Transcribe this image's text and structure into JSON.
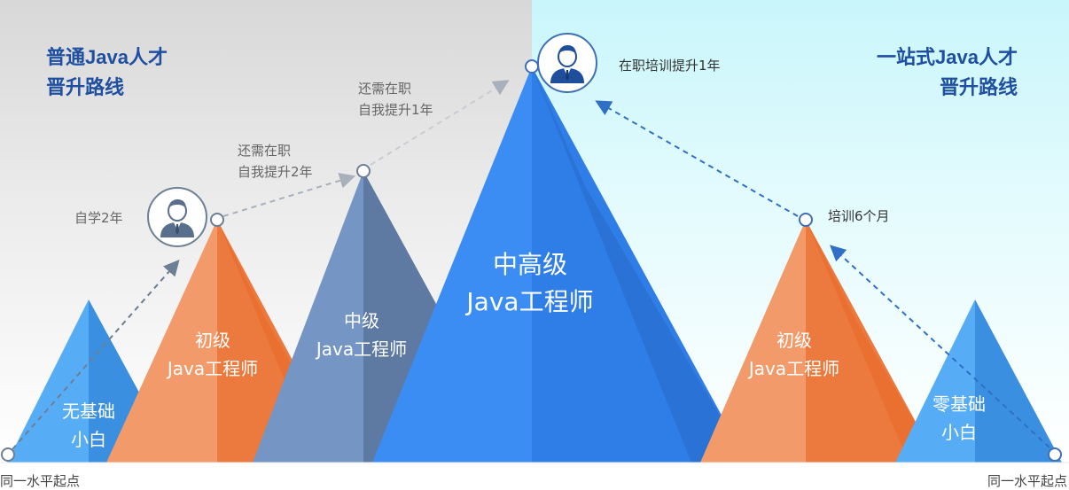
{
  "headings": {
    "left_line1": "普通Java人才",
    "left_line2": "晋升路线",
    "right_line1": "一站式Java人才",
    "right_line2": "晋升路线"
  },
  "mountains": {
    "zero_left": {
      "line1": "无基础",
      "line2": "小白"
    },
    "junior_left": {
      "line1": "初级",
      "line2": "Java工程师"
    },
    "mid": {
      "line1": "中级",
      "line2": "Java工程师"
    },
    "senior": {
      "line1": "中高级",
      "line2": "Java工程师"
    },
    "junior_right": {
      "line1": "初级",
      "line2": "Java工程师"
    },
    "zero_right": {
      "line1": "零基础",
      "line2": "小白"
    }
  },
  "annotations": {
    "self_study": "自学2年",
    "self_improve_2_line1": "还需在职",
    "self_improve_2_line2": "自我提升2年",
    "self_improve_1_line1": "还需在职",
    "self_improve_1_line2": "自我提升1年",
    "onjob_training": "在职培训提升1年",
    "training_6m": "培训6个月"
  },
  "baseline": {
    "left": "同一水平起点",
    "right": "同一水平起点"
  },
  "icons": {
    "avatar": "person-avatar-icon"
  },
  "colors": {
    "blue_light": "#4aa3f0",
    "orange": "#ee915e",
    "steel": "#6f8fbd",
    "blue_main": "#3487f2",
    "heading": "#1f4fa0",
    "path_gray": "#a8b0bb",
    "path_blue": "#2f6fc6"
  }
}
